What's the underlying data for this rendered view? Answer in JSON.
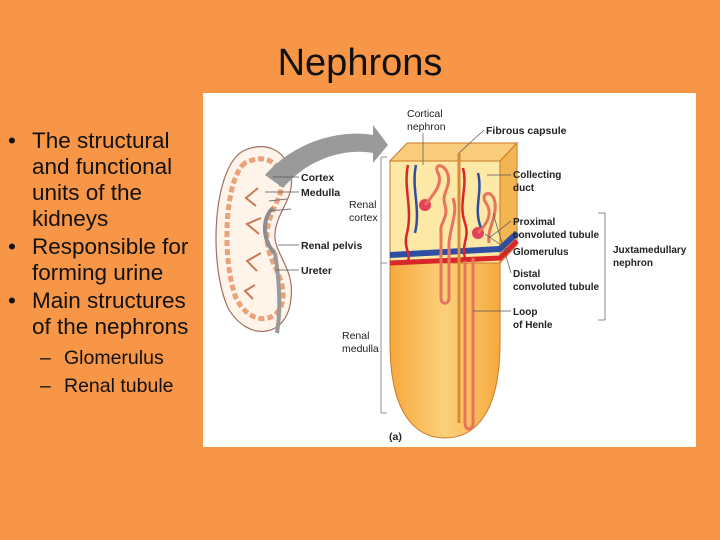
{
  "slide": {
    "title": "Nephrons",
    "bullets": [
      "The structural and functional units of the kidneys",
      "Responsible for forming urine",
      "Main structures of the nephrons"
    ],
    "sub_bullets": [
      "Glomerulus",
      "Renal tubule"
    ],
    "bullet_glyph": "•",
    "dash_glyph": "–"
  },
  "figure": {
    "kidney_labels": {
      "cortex": "Cortex",
      "medulla": "Medulla",
      "renal_pelvis": "Renal pelvis",
      "ureter": "Ureter"
    },
    "zone_labels": {
      "renal_cortex_1": "Renal",
      "renal_cortex_2": "cortex",
      "renal_medulla_1": "Renal",
      "renal_medulla_2": "medulla"
    },
    "top_labels": {
      "cortical_1": "Cortical",
      "cortical_2": "nephron",
      "fibrous_capsule": "Fibrous capsule"
    },
    "right_labels": {
      "collecting_1": "Collecting",
      "collecting_2": "duct",
      "proximal_1": "Proximal",
      "proximal_2": "convoluted tubule",
      "glomerulus": "Glomerulus",
      "distal_1": "Distal",
      "distal_2": "convoluted tubule",
      "loop_1": "Loop",
      "loop_2": "of Henle",
      "juxta_1": "Juxtamedullary",
      "juxta_2": "nephron"
    },
    "panel_label": "(a)",
    "colors": {
      "background": "#f79646",
      "cortex_zone": "#fde8a6",
      "medulla_zone": "#f7b24a",
      "artery": "#d9262b",
      "vein": "#2d4ea3"
    }
  }
}
